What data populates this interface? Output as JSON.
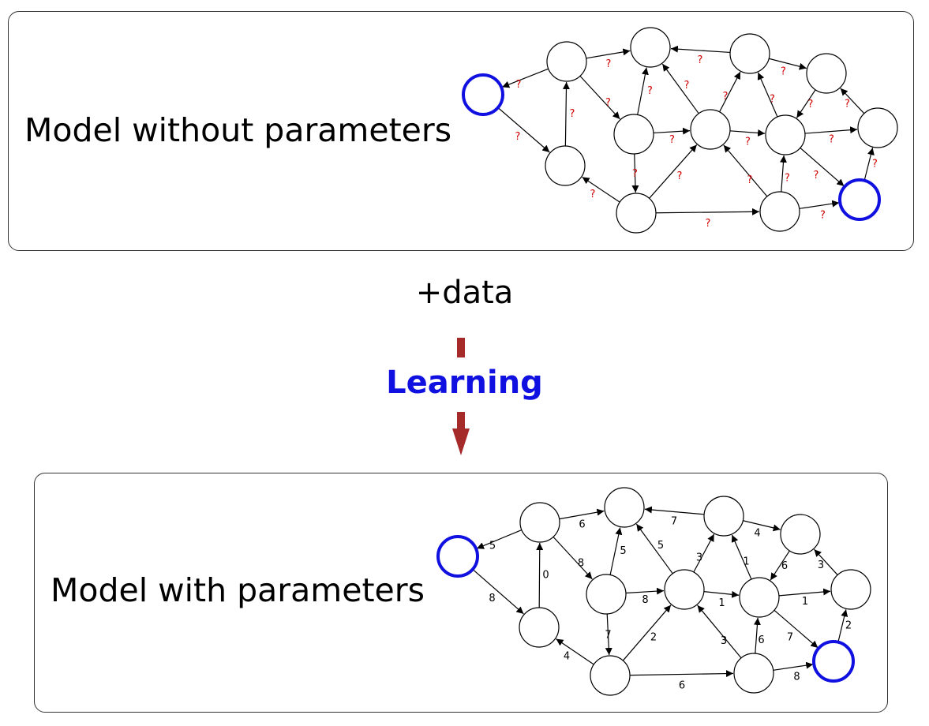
{
  "top_panel": {
    "label": "Model without parameters"
  },
  "middle": {
    "data_label": "+data",
    "learning_label": "Learning"
  },
  "bottom_panel": {
    "label": "Model with parameters"
  },
  "colors": {
    "highlight_node": "#1010e0",
    "unknown_label": "#d00000",
    "arrow": "#a52a2a"
  },
  "edges": [
    {
      "id": "e1",
      "top_label": "?",
      "bottom_label": "5"
    },
    {
      "id": "e2",
      "top_label": "?",
      "bottom_label": "8"
    },
    {
      "id": "e3",
      "top_label": "?",
      "bottom_label": "0"
    },
    {
      "id": "e4",
      "top_label": "?",
      "bottom_label": "6"
    },
    {
      "id": "e5",
      "top_label": "?",
      "bottom_label": "8"
    },
    {
      "id": "e6",
      "top_label": "?",
      "bottom_label": "5"
    },
    {
      "id": "e7",
      "top_label": "?",
      "bottom_label": "7"
    },
    {
      "id": "e8",
      "top_label": "?",
      "bottom_label": "8"
    },
    {
      "id": "e9",
      "top_label": "?",
      "bottom_label": "4"
    },
    {
      "id": "e10",
      "top_label": "?",
      "bottom_label": "5"
    },
    {
      "id": "e11",
      "top_label": "?",
      "bottom_label": "7"
    },
    {
      "id": "e12",
      "top_label": "?",
      "bottom_label": "2"
    },
    {
      "id": "e13",
      "top_label": "?",
      "bottom_label": "3"
    },
    {
      "id": "e14",
      "top_label": "?",
      "bottom_label": "1"
    },
    {
      "id": "e15",
      "top_label": "?",
      "bottom_label": "4"
    },
    {
      "id": "e16",
      "top_label": "?",
      "bottom_label": "6"
    },
    {
      "id": "e17",
      "top_label": "?",
      "bottom_label": "1"
    },
    {
      "id": "e18",
      "top_label": "?",
      "bottom_label": "3"
    },
    {
      "id": "e19",
      "top_label": "?",
      "bottom_label": "1"
    },
    {
      "id": "e20",
      "top_label": "?",
      "bottom_label": "7"
    },
    {
      "id": "e21",
      "top_label": "?",
      "bottom_label": "6"
    },
    {
      "id": "e22",
      "top_label": "?",
      "bottom_label": "3"
    },
    {
      "id": "e23",
      "top_label": "?",
      "bottom_label": "8"
    },
    {
      "id": "e24",
      "top_label": "?",
      "bottom_label": "2"
    },
    {
      "id": "e25",
      "top_label": "?",
      "bottom_label": "6"
    }
  ]
}
